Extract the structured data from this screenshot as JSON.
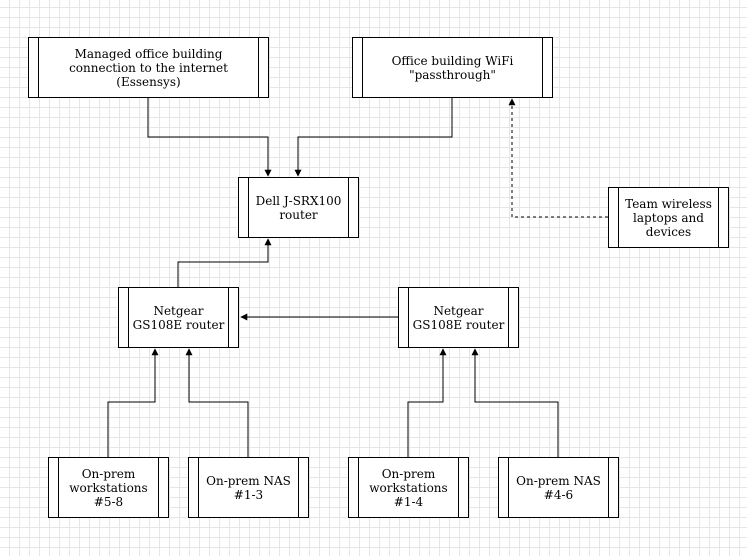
{
  "nodes": {
    "isp": "Managed office building\nconnection to the internet\n(Essensys)",
    "wifi": "Office building WiFi\n\"passthrough\"",
    "router": "Dell J-SRX100\nrouter",
    "wireless": "Team wireless\nlaptops and\ndevices",
    "switch_left": "Netgear\nGS108E router",
    "switch_right": "Netgear\nGS108E router",
    "ws_5_8": "On-prem\nworkstations\n#5-8",
    "nas_1_3": "On-prem NAS\n#1-3",
    "ws_1_4": "On-prem\nworkstations\n#1-4",
    "nas_4_6": "On-prem NAS\n#4-6"
  },
  "colors": {
    "stroke": "#000000",
    "background": "#ffffff",
    "grid": "#e6e6e6"
  }
}
